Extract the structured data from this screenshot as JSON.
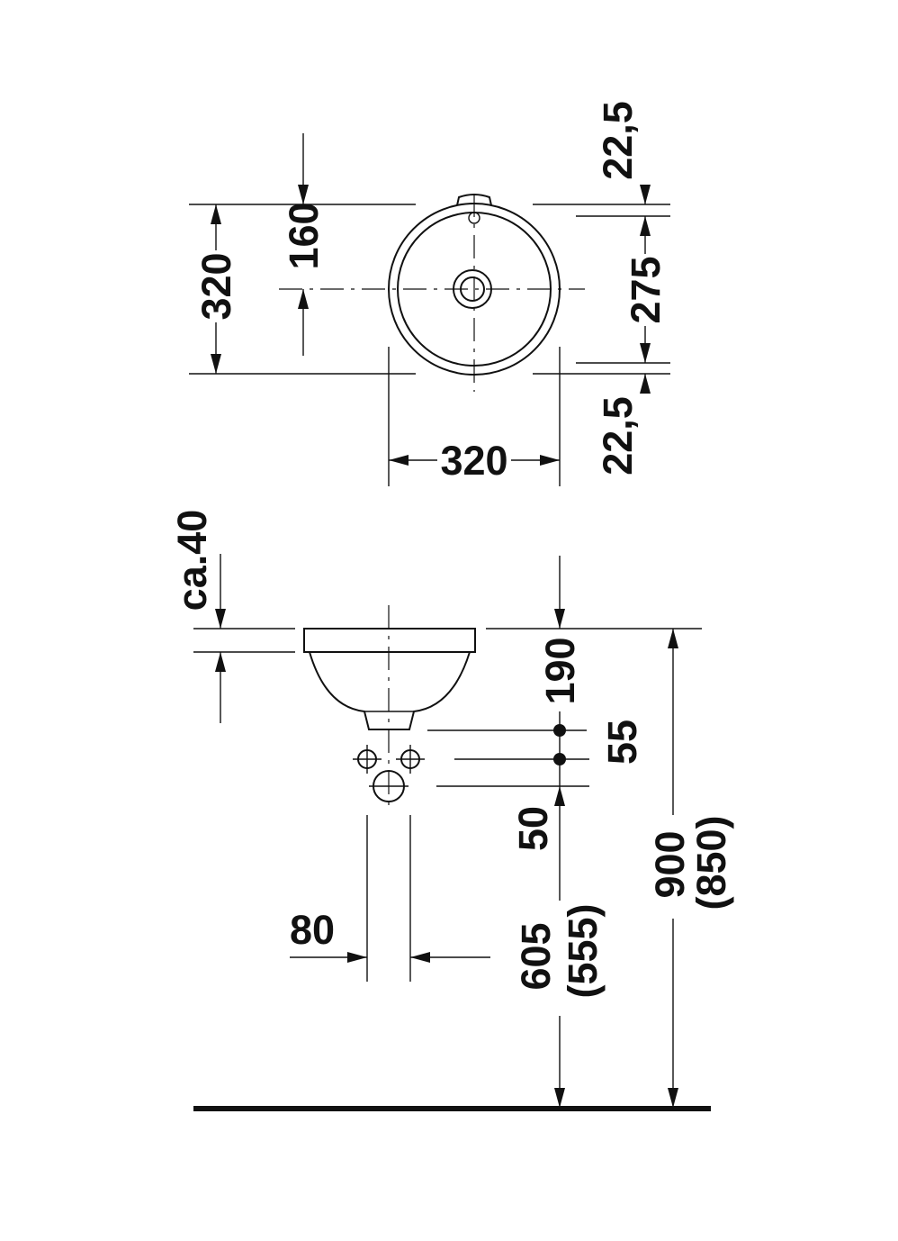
{
  "top_view": {
    "dim_total_height": "320",
    "dim_center_height": "160",
    "dim_total_width": "320",
    "dim_top_offset": "22,5",
    "dim_inner": "275",
    "dim_bottom_offset": "22,5"
  },
  "side_view": {
    "dim_rim": "ca.40",
    "dim_bowl_height": "190",
    "dim_tap_spacing": "55",
    "dim_waste_offset": "50",
    "dim_pipe_width": "80",
    "dim_waste_height": "605",
    "dim_waste_height_alt": "(555)",
    "dim_rim_height": "900",
    "dim_rim_height_alt": "(850)"
  }
}
